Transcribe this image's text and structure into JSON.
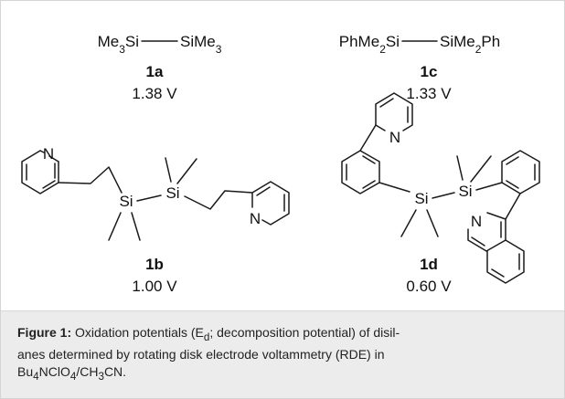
{
  "compounds": {
    "c1a": {
      "formula_left": "Me",
      "formula_left_sub": "3",
      "formula_left_tail": "Si",
      "formula_right": "SiMe",
      "formula_right_sub": "3",
      "label": "1a",
      "potential": "1.38 V"
    },
    "c1c": {
      "formula_left": "PhMe",
      "formula_left_sub": "2",
      "formula_left_tail": "Si",
      "formula_right": "SiMe",
      "formula_right_sub": "2",
      "formula_right_tail": "Ph",
      "label": "1c",
      "potential": "1.33 V"
    },
    "c1b": {
      "atom_n1": "N",
      "atom_n2": "N",
      "atom_si1": "Si",
      "atom_si2": "Si",
      "label": "1b",
      "potential": "1.00 V"
    },
    "c1d": {
      "atom_n1": "N",
      "atom_n2": "N",
      "atom_si1": "Si",
      "atom_si2": "Si",
      "label": "1d",
      "potential": "0.60 V"
    }
  },
  "caption": {
    "label": "Figure 1:",
    "t1": " Oxidation potentials (E",
    "t1_sub": "d",
    "t2": "; decomposition potential) of disil-",
    "line2": "anes determined by rotating disk electrode voltammetry (RDE) in",
    "t3": "Bu",
    "t3_sub1": "4",
    "t4": "NClO",
    "t4_sub2": "4",
    "t5": "/CH",
    "t5_sub3": "3",
    "t6": "CN."
  }
}
